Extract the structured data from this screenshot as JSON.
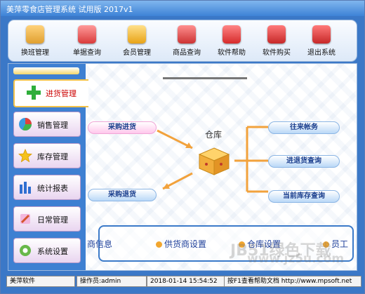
{
  "window": {
    "title": "美萍零食店管理系统 试用版 2017v1"
  },
  "toolbar": {
    "items": [
      {
        "label": "换班管理",
        "icon": "handshake-icon",
        "color": "#e0a030"
      },
      {
        "label": "单据查询",
        "icon": "magnifier-icon",
        "color": "#d93b3b"
      },
      {
        "label": "会员管理",
        "icon": "member-icon",
        "color": "#e8a317"
      },
      {
        "label": "商品查询",
        "icon": "goods-search-icon",
        "color": "#cc3333"
      },
      {
        "label": "软件帮助",
        "icon": "help-icon",
        "color": "#d62b2b"
      },
      {
        "label": "软件购买",
        "icon": "yen-icon",
        "color": "#c62828"
      },
      {
        "label": "退出系统",
        "icon": "power-icon",
        "color": "#c62828"
      }
    ]
  },
  "sidebar": {
    "active_label": "进货管理",
    "items": [
      {
        "label": "销售管理",
        "icon": "pie-chart-icon"
      },
      {
        "label": "库存管理",
        "icon": "star-icon"
      },
      {
        "label": "统计报表",
        "icon": "bar-chart-icon"
      },
      {
        "label": "日常管理",
        "icon": "brush-icon"
      },
      {
        "label": "系统设置",
        "icon": "gear-icon"
      }
    ]
  },
  "flow": {
    "center_label": "仓库",
    "left": [
      "采购进货",
      "采购退货"
    ],
    "right": [
      "往来帐务",
      "进退货查询",
      "当前库存查询"
    ]
  },
  "bottom_bar": {
    "items": [
      "商信息",
      "供货商设置",
      "仓库设置",
      "员工"
    ]
  },
  "watermark": {
    "line1": "JB51绿色下载",
    "line2": "www.jz5u.com"
  },
  "statusbar": {
    "company": "美萍软件",
    "operator": "操作员:admin",
    "datetime": "2018-01-14 15:54:52",
    "help": "按F1查看帮助文档  http://www.mpsoft.net"
  }
}
